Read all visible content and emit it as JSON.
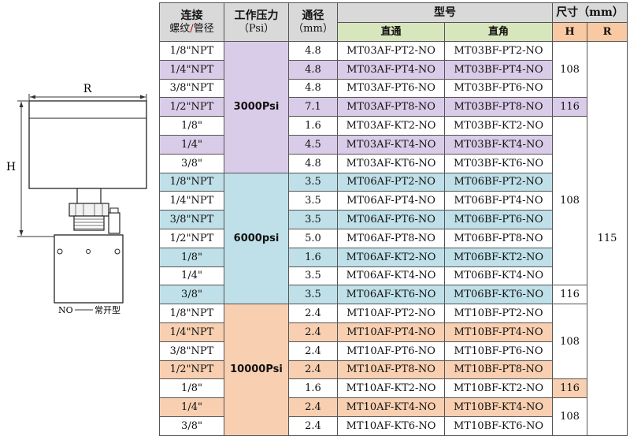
{
  "drawing": {
    "label_r": "R",
    "label_h": "H",
    "caption_no": "NO",
    "caption_text": "常开型"
  },
  "header": {
    "connection": "连接",
    "connection_sub_a": "螺纹",
    "connection_sub_slash": "/",
    "connection_sub_b": "管径",
    "pressure": "工作压力",
    "pressure_sub": "（Psi）",
    "bore": "通径",
    "bore_sub": "（mm）",
    "model": "型号",
    "dimension": "尺寸（mm）",
    "straight": "直通",
    "angle": "直角",
    "h": "H",
    "r": "R"
  },
  "colors": {
    "purple": "#d9cce8",
    "blue": "#bfe0e8",
    "orange": "#f8cfb0",
    "green": "#d8e6bd"
  },
  "groups": [
    {
      "pressure": "3000Psi",
      "color": "p",
      "rows": 7
    },
    {
      "pressure": "6000psi",
      "color": "b",
      "rows": 7
    },
    {
      "pressure": "10000Psi",
      "color": "o",
      "rows": 7
    }
  ],
  "h_values": [
    {
      "value": "108",
      "span": 3,
      "shade": false
    },
    {
      "value": "116",
      "span": 1,
      "shade": true
    },
    {
      "value": "108",
      "span": 9,
      "shade": false
    },
    {
      "value": "116",
      "span": 1,
      "shade": false
    },
    {
      "value": "108",
      "span": 4,
      "shade": false
    },
    {
      "value": "116",
      "span": 1,
      "shade": true
    },
    {
      "value": "108",
      "span": 2,
      "shade": false
    }
  ],
  "r_value": "115",
  "rows": [
    {
      "conn": "1/8\"NPT",
      "bore": "4.8",
      "straight": "MT03AF-PT2-NO",
      "angle": "MT03BF-PT2-NO",
      "shade": false
    },
    {
      "conn": "1/4\"NPT",
      "bore": "4.8",
      "straight": "MT03AF-PT4-NO",
      "angle": "MT03BF-PT4-NO",
      "shade": true
    },
    {
      "conn": "3/8\"NPT",
      "bore": "4.8",
      "straight": "MT03AF-PT6-NO",
      "angle": "MT03BF-PT6-NO",
      "shade": false
    },
    {
      "conn": "1/2\"NPT",
      "bore": "7.1",
      "straight": "MT03AF-PT8-NO",
      "angle": "MT03BF-PT8-NO",
      "shade": true
    },
    {
      "conn": "1/8\"",
      "bore": "1.6",
      "straight": "MT03AF-KT2-NO",
      "angle": "MT03BF-KT2-NO",
      "shade": false
    },
    {
      "conn": "1/4\"",
      "bore": "4.5",
      "straight": "MT03AF-KT4-NO",
      "angle": "MT03BF-KT4-NO",
      "shade": true
    },
    {
      "conn": "3/8\"",
      "bore": "4.8",
      "straight": "MT03AF-KT6-NO",
      "angle": "MT03BF-KT6-NO",
      "shade": false
    },
    {
      "conn": "1/8\"NPT",
      "bore": "3.5",
      "straight": "MT06AF-PT2-NO",
      "angle": "MT06BF-PT2-NO",
      "shade": true
    },
    {
      "conn": "1/4\"NPT",
      "bore": "3.5",
      "straight": "MT06AF-PT4-NO",
      "angle": "MT06BF-PT4-NO",
      "shade": false
    },
    {
      "conn": "3/8\"NPT",
      "bore": "3.5",
      "straight": "MT06AF-PT6-NO",
      "angle": "MT06BF-PT6-NO",
      "shade": true
    },
    {
      "conn": "1/2\"NPT",
      "bore": "5.0",
      "straight": "MT06AF-PT8-NO",
      "angle": "MT06BF-PT8-NO",
      "shade": false
    },
    {
      "conn": "1/8\"",
      "bore": "1.6",
      "straight": "MT06AF-KT2-NO",
      "angle": "MT06BF-KT2-NO",
      "shade": true
    },
    {
      "conn": "1/4\"",
      "bore": "3.5",
      "straight": "MT06AF-KT4-NO",
      "angle": "MT06BF-KT4-NO",
      "shade": false
    },
    {
      "conn": "3/8\"",
      "bore": "3.5",
      "straight": "MT06AF-KT6-NO",
      "angle": "MT06BF-KT6-NO",
      "shade": true
    },
    {
      "conn": "1/8\"NPT",
      "bore": "2.4",
      "straight": "MT10AF-PT2-NO",
      "angle": "MT10BF-PT2-NO",
      "shade": false
    },
    {
      "conn": "1/4\"NPT",
      "bore": "2.4",
      "straight": "MT10AF-PT4-NO",
      "angle": "MT10BF-PT4-NO",
      "shade": true
    },
    {
      "conn": "3/8\"NPT",
      "bore": "2.4",
      "straight": "MT10AF-PT6-NO",
      "angle": "MT10BF-PT6-NO",
      "shade": false
    },
    {
      "conn": "1/2\"NPT",
      "bore": "2.4",
      "straight": "MT10AF-PT8-NO",
      "angle": "MT10BF-PT8-NO",
      "shade": true
    },
    {
      "conn": "1/8\"",
      "bore": "1.6",
      "straight": "MT10AF-KT2-NO",
      "angle": "MT10BF-KT2-NO",
      "shade": false
    },
    {
      "conn": "1/4\"",
      "bore": "2.4",
      "straight": "MT10AF-KT4-NO",
      "angle": "MT10BF-KT4-NO",
      "shade": true
    },
    {
      "conn": "3/8\"",
      "bore": "2.4",
      "straight": "MT10AF-KT6-NO",
      "angle": "MT10BF-KT6-NO",
      "shade": false
    }
  ]
}
